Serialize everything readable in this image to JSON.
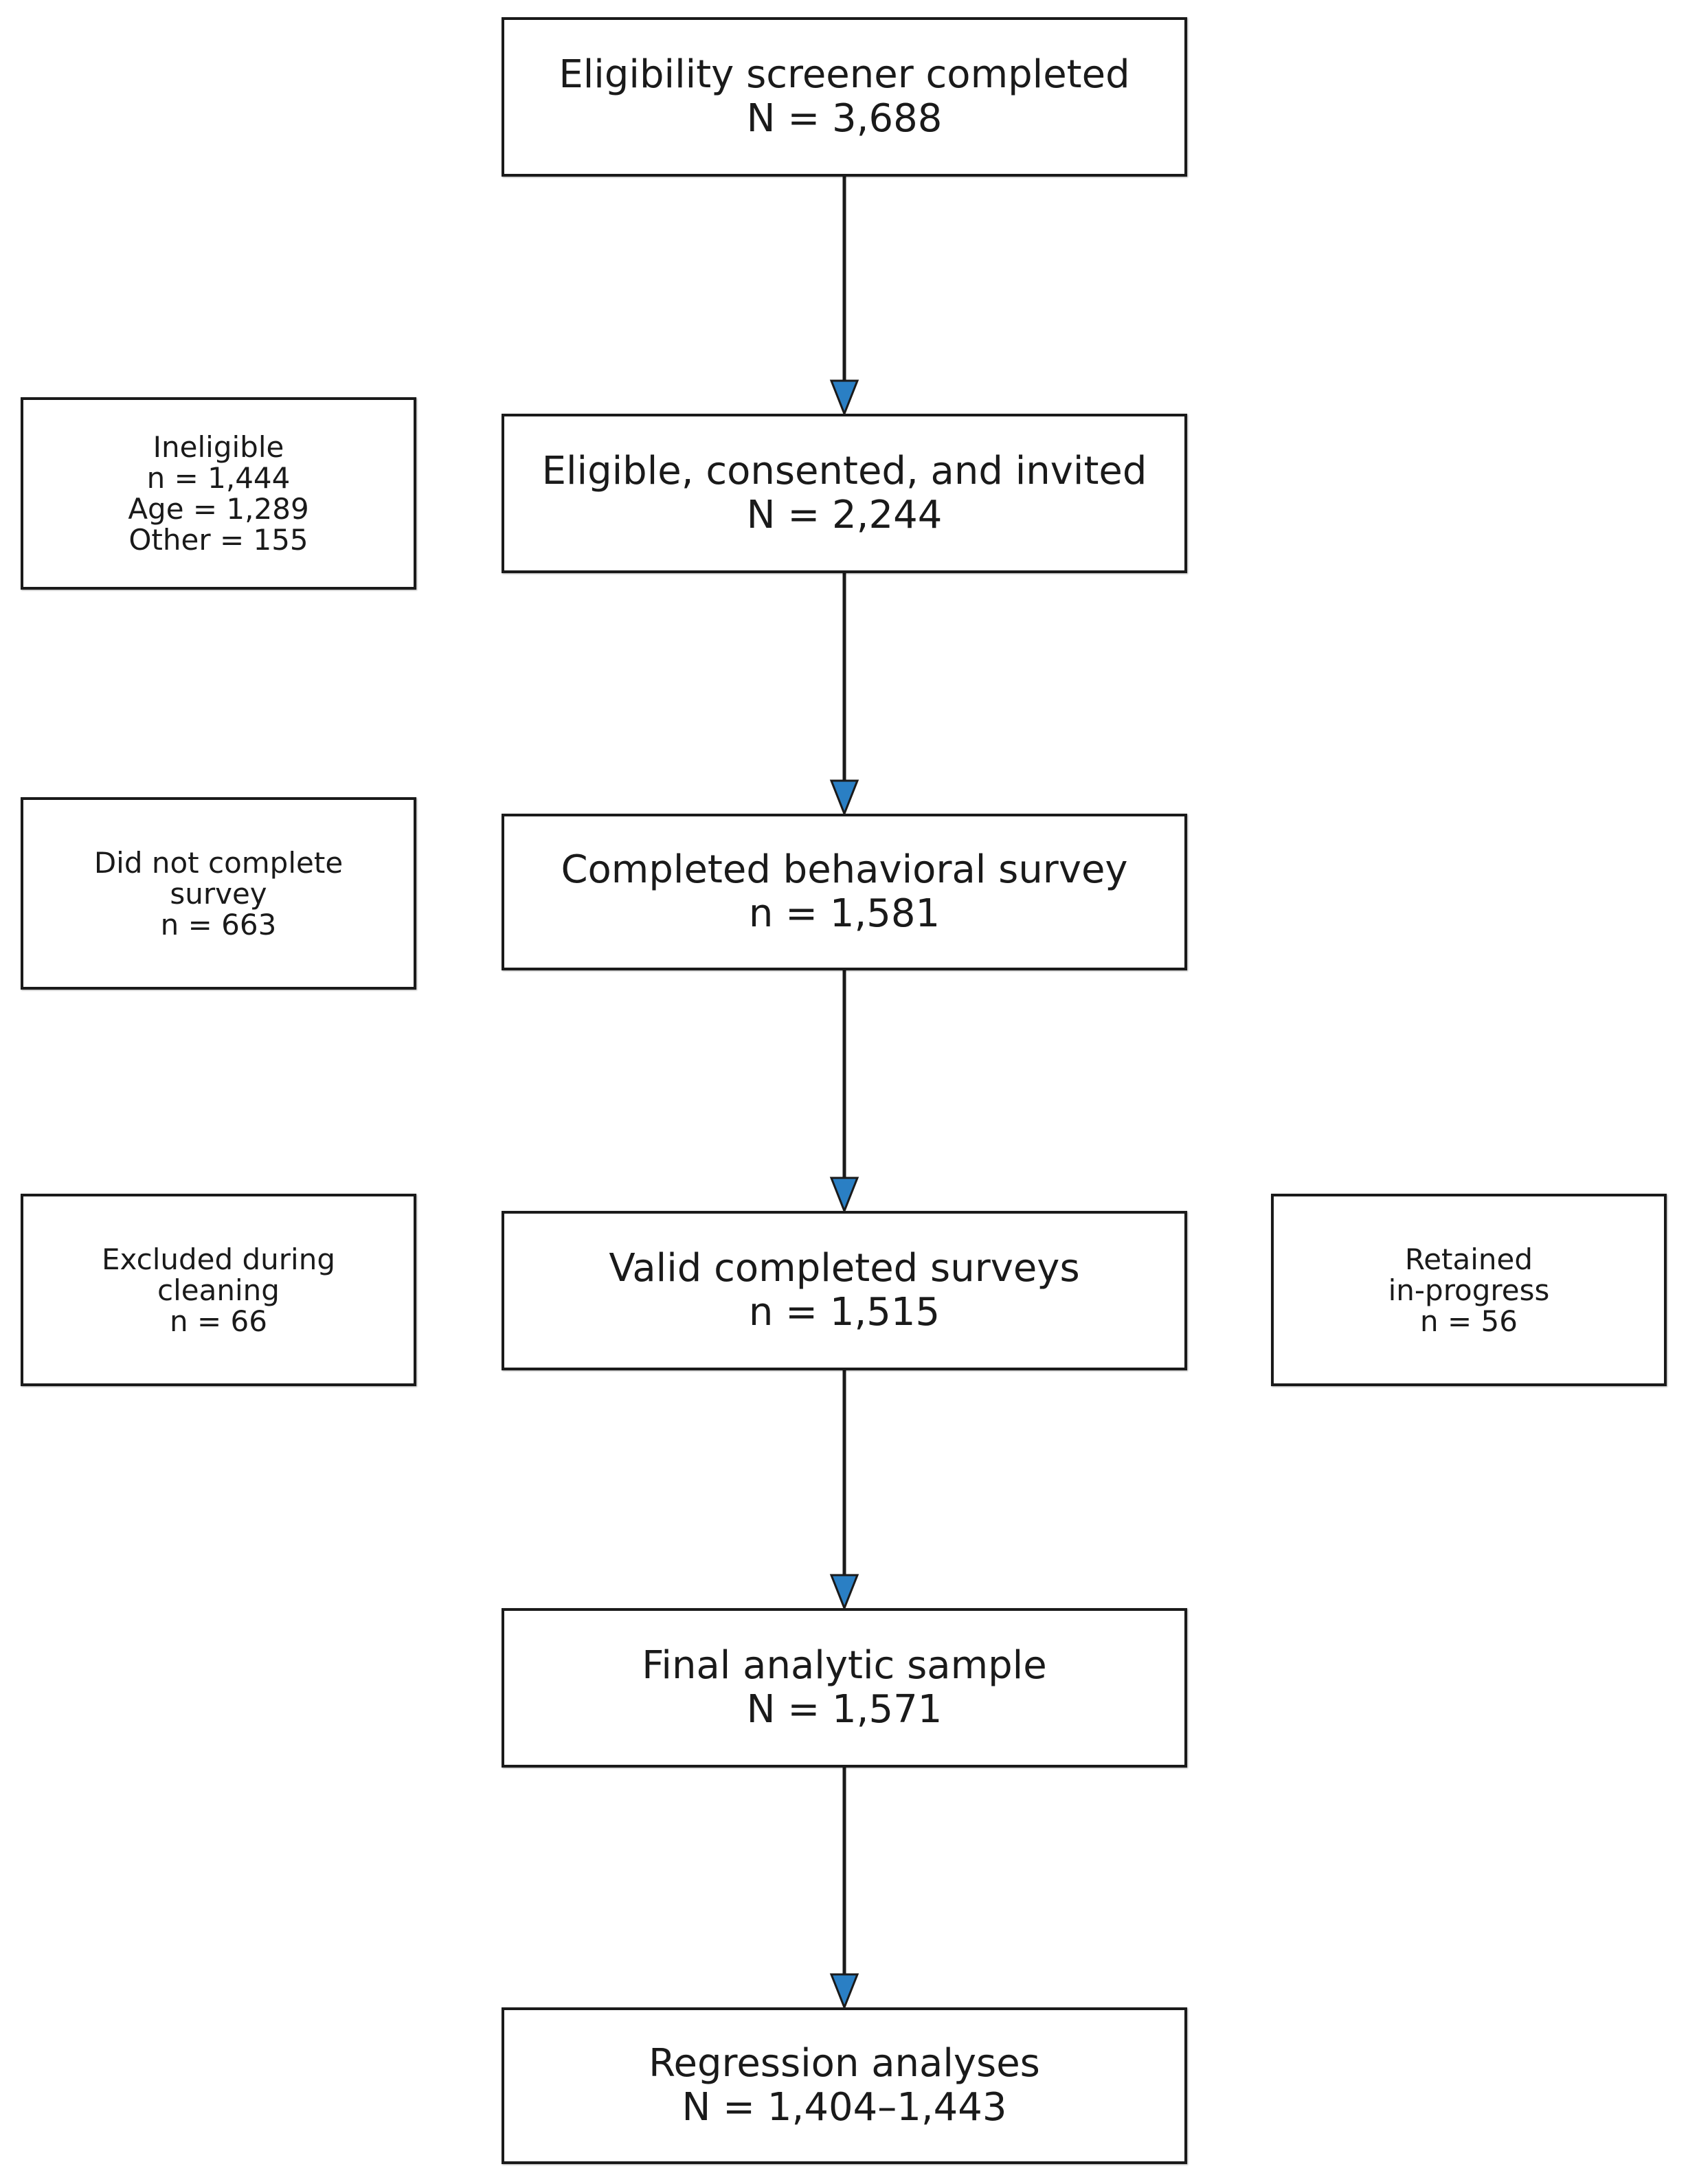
{
  "diagram": {
    "steps": [
      {
        "lines": [
          "Eligibility screener completed",
          "N = 3,688"
        ]
      },
      {
        "lines": [
          "Eligible, consented, and invited",
          "N = 2,244"
        ]
      },
      {
        "lines": [
          "Completed behavioral survey",
          "n = 1,581"
        ]
      },
      {
        "lines": [
          "Valid completed surveys",
          "n = 1,515"
        ]
      },
      {
        "lines": [
          "Final analytic sample",
          "N = 1,571"
        ]
      },
      {
        "lines": [
          "Regression analyses",
          "N = 1,404–1,443"
        ]
      }
    ],
    "exclusions": [
      {
        "lines": [
          "Ineligible",
          "n = 1,444",
          "Age = 1,289",
          "Other = 155"
        ]
      },
      {
        "lines": [
          "Did not complete",
          "survey",
          "n = 663"
        ]
      },
      {
        "lines": [
          "Excluded during",
          "cleaning",
          "n = 66"
        ]
      }
    ],
    "additions": [
      {
        "lines": [
          "Retained",
          "in-progress",
          "n = 56"
        ]
      }
    ]
  },
  "colors": {
    "arrowhead": "#2a7fc4",
    "line": "#1a1a1a"
  }
}
